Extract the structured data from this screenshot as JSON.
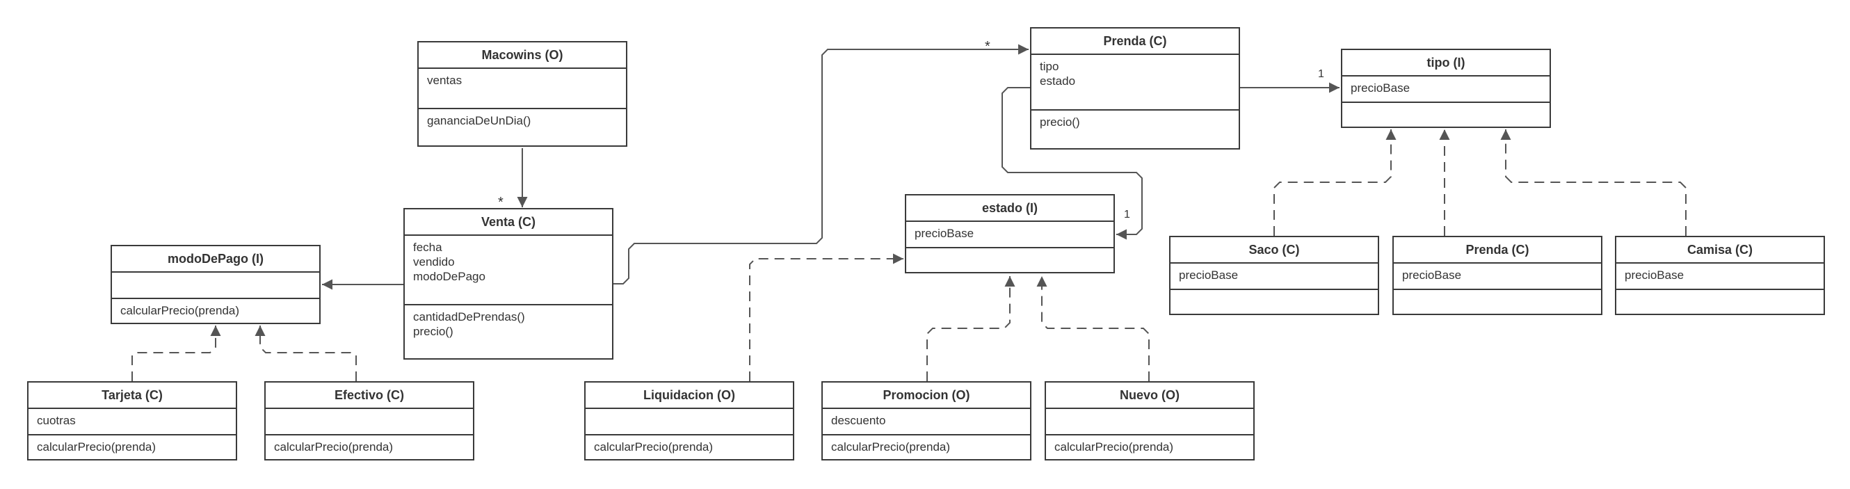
{
  "classes": [
    {
      "id": "macowins",
      "name": "Macowins (O)",
      "attributes": [
        "ventas"
      ],
      "methods": [
        "gananciaDeUnDia()"
      ]
    },
    {
      "id": "venta",
      "name": "Venta (C)",
      "attributes": [
        "fecha",
        "vendido",
        "modoDePago"
      ],
      "methods": [
        "cantidadDePrendas()",
        "precio()"
      ]
    },
    {
      "id": "prenda",
      "name": "Prenda (C)",
      "attributes": [
        "tipo",
        "estado"
      ],
      "methods": [
        "precio()"
      ]
    },
    {
      "id": "tipo",
      "name": "tipo (I)",
      "attributes": [
        "precioBase"
      ],
      "methods": []
    },
    {
      "id": "estado",
      "name": "estado (I)",
      "attributes": [
        "precioBase"
      ],
      "methods": []
    },
    {
      "id": "modopago",
      "name": "modoDePago (I)",
      "attributes": [],
      "methods": [
        "calcularPrecio(prenda)"
      ]
    },
    {
      "id": "tarjeta",
      "name": "Tarjeta (C)",
      "attributes": [
        "cuotras"
      ],
      "methods": [
        "calcularPrecio(prenda)"
      ]
    },
    {
      "id": "efectivo",
      "name": "Efectivo (C)",
      "attributes": [],
      "methods": [
        "calcularPrecio(prenda)"
      ]
    },
    {
      "id": "liquidacion",
      "name": "Liquidacion (O)",
      "attributes": [],
      "methods": [
        "calcularPrecio(prenda)"
      ]
    },
    {
      "id": "promocion",
      "name": "Promocion (O)",
      "attributes": [
        "descuento"
      ],
      "methods": [
        "calcularPrecio(prenda)"
      ]
    },
    {
      "id": "nuevo",
      "name": "Nuevo (O)",
      "attributes": [],
      "methods": [
        "calcularPrecio(prenda)"
      ]
    },
    {
      "id": "saco",
      "name": "Saco (C)",
      "attributes": [
        "precioBase"
      ],
      "methods": []
    },
    {
      "id": "prenda2",
      "name": "Prenda (C)",
      "attributes": [
        "precioBase"
      ],
      "methods": []
    },
    {
      "id": "camisa",
      "name": "Camisa (C)",
      "attributes": [
        "precioBase"
      ],
      "methods": []
    }
  ],
  "relations": [
    {
      "id": "macowins-venta",
      "from": "macowins",
      "to": "venta",
      "kind": "association",
      "multiplicity": "*"
    },
    {
      "id": "venta-prenda",
      "from": "venta",
      "to": "prenda",
      "kind": "association",
      "multiplicity": "*"
    },
    {
      "id": "prenda-tipo",
      "from": "prenda",
      "to": "tipo",
      "kind": "association",
      "multiplicity": "1"
    },
    {
      "id": "prenda-estado",
      "from": "prenda",
      "to": "estado",
      "kind": "association",
      "multiplicity": "1"
    },
    {
      "id": "venta-modopago",
      "from": "venta",
      "to": "modopago",
      "kind": "association",
      "multiplicity": ""
    },
    {
      "id": "tarjeta-modopago",
      "from": "tarjeta",
      "to": "modopago",
      "kind": "realization",
      "multiplicity": ""
    },
    {
      "id": "efectivo-modopago",
      "from": "efectivo",
      "to": "modopago",
      "kind": "realization",
      "multiplicity": ""
    },
    {
      "id": "liquidacion-estado",
      "from": "liquidacion",
      "to": "estado",
      "kind": "realization",
      "multiplicity": ""
    },
    {
      "id": "promocion-estado",
      "from": "promocion",
      "to": "estado",
      "kind": "realization",
      "multiplicity": ""
    },
    {
      "id": "nuevo-estado",
      "from": "nuevo",
      "to": "estado",
      "kind": "realization",
      "multiplicity": ""
    },
    {
      "id": "saco-tipo",
      "from": "saco",
      "to": "tipo",
      "kind": "realization",
      "multiplicity": ""
    },
    {
      "id": "prenda2-tipo",
      "from": "prenda2",
      "to": "tipo",
      "kind": "realization",
      "multiplicity": ""
    },
    {
      "id": "camisa-tipo",
      "from": "camisa",
      "to": "tipo",
      "kind": "realization",
      "multiplicity": ""
    }
  ],
  "colors": {
    "stroke": "#3a3a3a",
    "line": "#555555",
    "text": "#333333",
    "background": "#ffffff"
  }
}
